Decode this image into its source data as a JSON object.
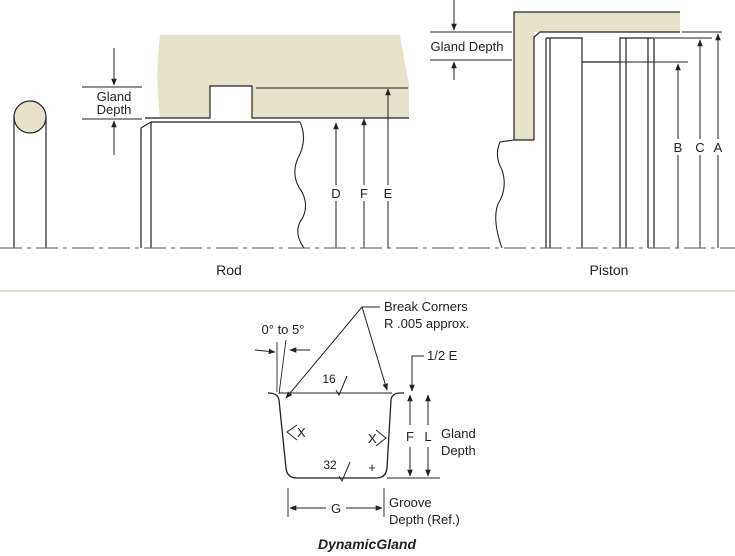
{
  "rod": {
    "caption": "Rod",
    "gland_depth_line1": "Gland",
    "gland_depth_line2": "Depth",
    "dim_d": "D",
    "dim_f": "F",
    "dim_e": "E"
  },
  "piston": {
    "caption": "Piston",
    "gland_depth": "Gland Depth",
    "dim_b": "B",
    "dim_c": "C",
    "dim_a": "A"
  },
  "detail": {
    "break_corners_line1": "Break Corners",
    "break_corners_line2": "R .005 approx.",
    "angle": "0° to 5°",
    "half_e": "1/2 E",
    "finish_top": "16",
    "finish_bottom": "32",
    "corner_left": "X",
    "corner_right": "X",
    "dim_f": "F",
    "dim_l": "L",
    "gland_depth_line1": "Gland",
    "gland_depth_line2": "Depth",
    "dim_g": "G",
    "groove_depth_line1": "Groove",
    "groove_depth_line2": "Depth (Ref.)",
    "title": "DynamicGland"
  },
  "colors": {
    "gland_fill": "#e5e1cb",
    "line": "#222222",
    "centerline": "#555555",
    "divider": "#c8c09a"
  }
}
